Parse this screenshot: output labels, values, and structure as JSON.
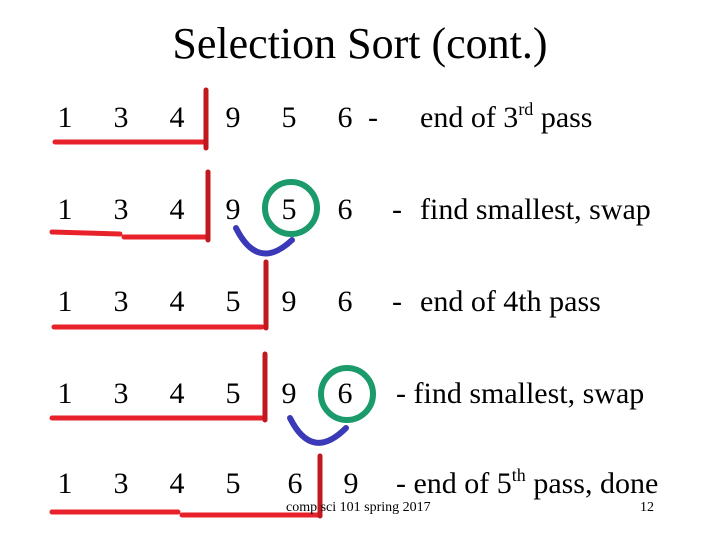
{
  "title": "Selection Sort (cont.)",
  "rows": [
    {
      "values": [
        "1",
        "3",
        "4",
        "9",
        "5",
        "6"
      ],
      "note_prefix": "-",
      "note_text": "end of 3",
      "note_sup": "rd",
      "note_suffix": " pass"
    },
    {
      "values": [
        "1",
        "3",
        "4",
        "9",
        "5",
        "6"
      ],
      "note_prefix": "-",
      "note_text": "find smallest, swap"
    },
    {
      "values": [
        "1",
        "3",
        "4",
        "5",
        "9",
        "6"
      ],
      "note_prefix": "-",
      "note_text": "end of 4th pass"
    },
    {
      "values": [
        "1",
        "3",
        "4",
        "5",
        "9",
        "6"
      ],
      "note_text": "- find smallest, swap"
    },
    {
      "values": [
        "1",
        "3",
        "4",
        "5",
        "6",
        "9"
      ],
      "note_text": "- end of 5",
      "note_sup": "th",
      "note_suffix": " pass, done"
    }
  ],
  "footer": {
    "course": "comp sci 101 spring 2017",
    "page": "12"
  },
  "colors": {
    "sorted_bracket": "#e8222a",
    "divider": "#c0181e",
    "min_circle": "#1b9a6b",
    "swap_arc": "#3a3ab8"
  }
}
